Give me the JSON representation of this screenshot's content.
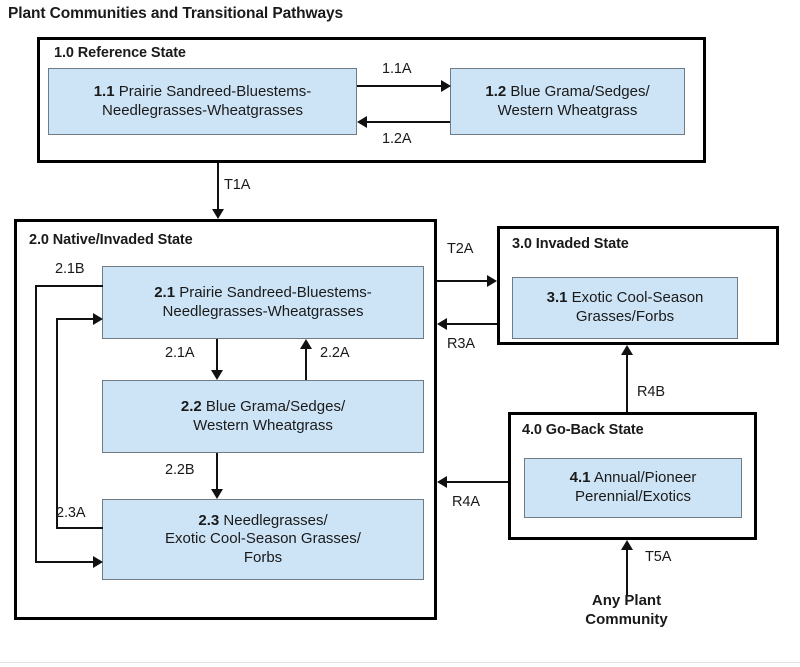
{
  "title": "Plant Communities and Transitional Pathways",
  "states": [
    {
      "id": "1.0",
      "label": "1.0 Reference State",
      "communities": [
        {
          "num": "1.1",
          "lines": [
            "Prairie Sandreed-Bluestems-",
            "Needlegrasses-Wheatgrasses"
          ]
        },
        {
          "num": "1.2",
          "lines": [
            "Blue Grama/Sedges/",
            "Western Wheatgrass"
          ]
        }
      ]
    },
    {
      "id": "2.0",
      "label": "2.0 Native/Invaded State",
      "communities": [
        {
          "num": "2.1",
          "lines": [
            "Prairie Sandreed-Bluestems-",
            "Needlegrasses-Wheatgrasses"
          ]
        },
        {
          "num": "2.2",
          "lines": [
            "Blue Grama/Sedges/",
            "Western Wheatgrass"
          ]
        },
        {
          "num": "2.3",
          "lines": [
            "Needlegrasses/",
            "Exotic Cool-Season Grasses/",
            "Forbs"
          ]
        }
      ]
    },
    {
      "id": "3.0",
      "label": "3.0 Invaded State",
      "communities": [
        {
          "num": "3.1",
          "lines": [
            "Exotic Cool-Season",
            "Grasses/Forbs"
          ]
        }
      ]
    },
    {
      "id": "4.0",
      "label": "4.0 Go-Back State",
      "communities": [
        {
          "num": "4.1",
          "lines": [
            "Annual/Pioneer",
            "Perennial/Exotics"
          ]
        }
      ]
    }
  ],
  "transitions": {
    "t1a": "T1A",
    "t2a": "T2A",
    "r3a": "R3A",
    "r4a": "R4A",
    "r4b": "R4B",
    "t5a": "T5A",
    "p11a": "1.1A",
    "p12a": "1.2A",
    "p21a": "2.1A",
    "p22a": "2.2A",
    "p21b": "2.1B",
    "p22b": "2.2B",
    "p23a": "2.3A"
  },
  "external": {
    "any_plant_community_line1": "Any Plant",
    "any_plant_community_line2": "Community"
  },
  "colors": {
    "community_fill": "#cde4f7",
    "community_border": "#6f7c86",
    "state_border": "#000000",
    "connector": "#111111",
    "background": "#ffffff"
  }
}
